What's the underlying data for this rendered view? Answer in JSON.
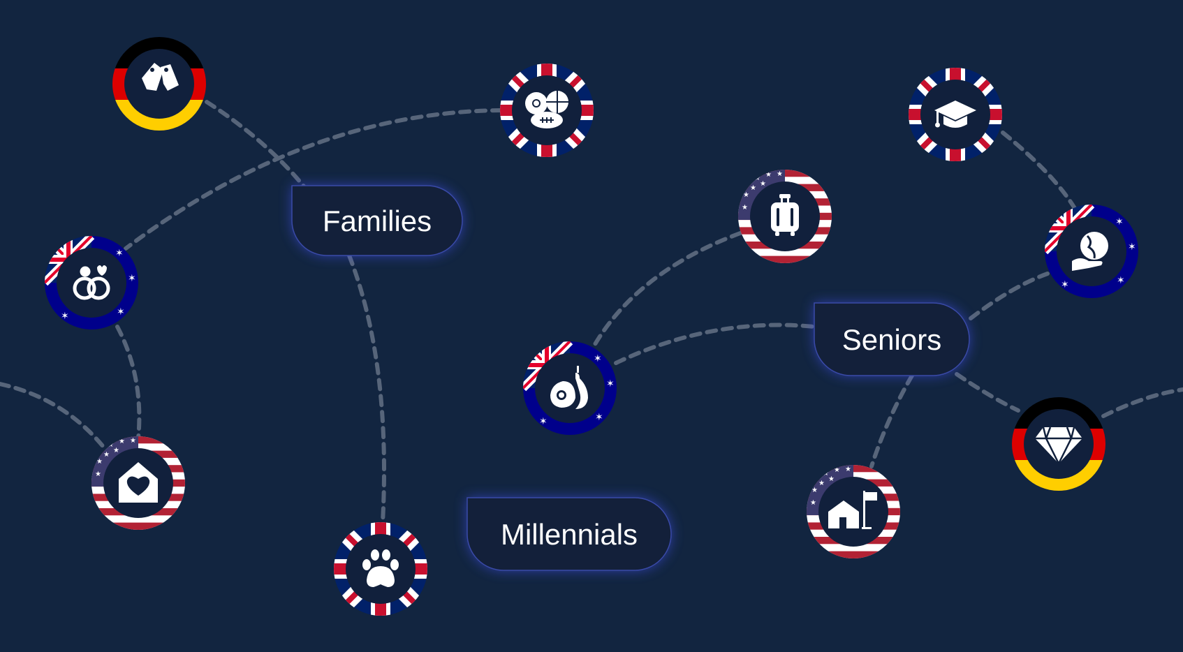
{
  "colors": {
    "background": "#122540",
    "connector": "#57657a",
    "pill_fill": "#13203a",
    "pill_border": "#3a4aa8",
    "pill_glow": "#4455ff",
    "icon_bg": "#11203c",
    "icon": "#ffffff",
    "flags": {
      "germany": [
        "#000000",
        "#dd0000",
        "#ffce00"
      ],
      "usa": [
        "#b22234",
        "#ffffff",
        "#3c3b6e"
      ],
      "uk": [
        "#012169",
        "#ffffff",
        "#c8102e"
      ],
      "australia": [
        "#00008b",
        "#ffffff",
        "#e4002b"
      ]
    }
  },
  "segments": [
    {
      "id": "families",
      "label": "Families"
    },
    {
      "id": "seniors",
      "label": "Seniors"
    },
    {
      "id": "millennials",
      "label": "Millennials"
    }
  ],
  "nodes": [
    {
      "id": "n1",
      "icon": "price-tags-icon",
      "flag": "germany"
    },
    {
      "id": "n2",
      "icon": "sports-balls-icon",
      "flag": "uk"
    },
    {
      "id": "n3",
      "icon": "graduation-cap-icon",
      "flag": "uk"
    },
    {
      "id": "n4",
      "icon": "wedding-rings-icon",
      "flag": "australia"
    },
    {
      "id": "n5",
      "icon": "luggage-icon",
      "flag": "usa"
    },
    {
      "id": "n6",
      "icon": "globe-in-hand-icon",
      "flag": "australia"
    },
    {
      "id": "n7",
      "icon": "avocado-pear-icon",
      "flag": "australia"
    },
    {
      "id": "n8",
      "icon": "diamond-icon",
      "flag": "germany"
    },
    {
      "id": "n9",
      "icon": "home-heart-icon",
      "flag": "usa"
    },
    {
      "id": "n10",
      "icon": "real-estate-house-icon",
      "flag": "usa"
    },
    {
      "id": "n11",
      "icon": "paw-print-icon",
      "flag": "uk"
    }
  ]
}
